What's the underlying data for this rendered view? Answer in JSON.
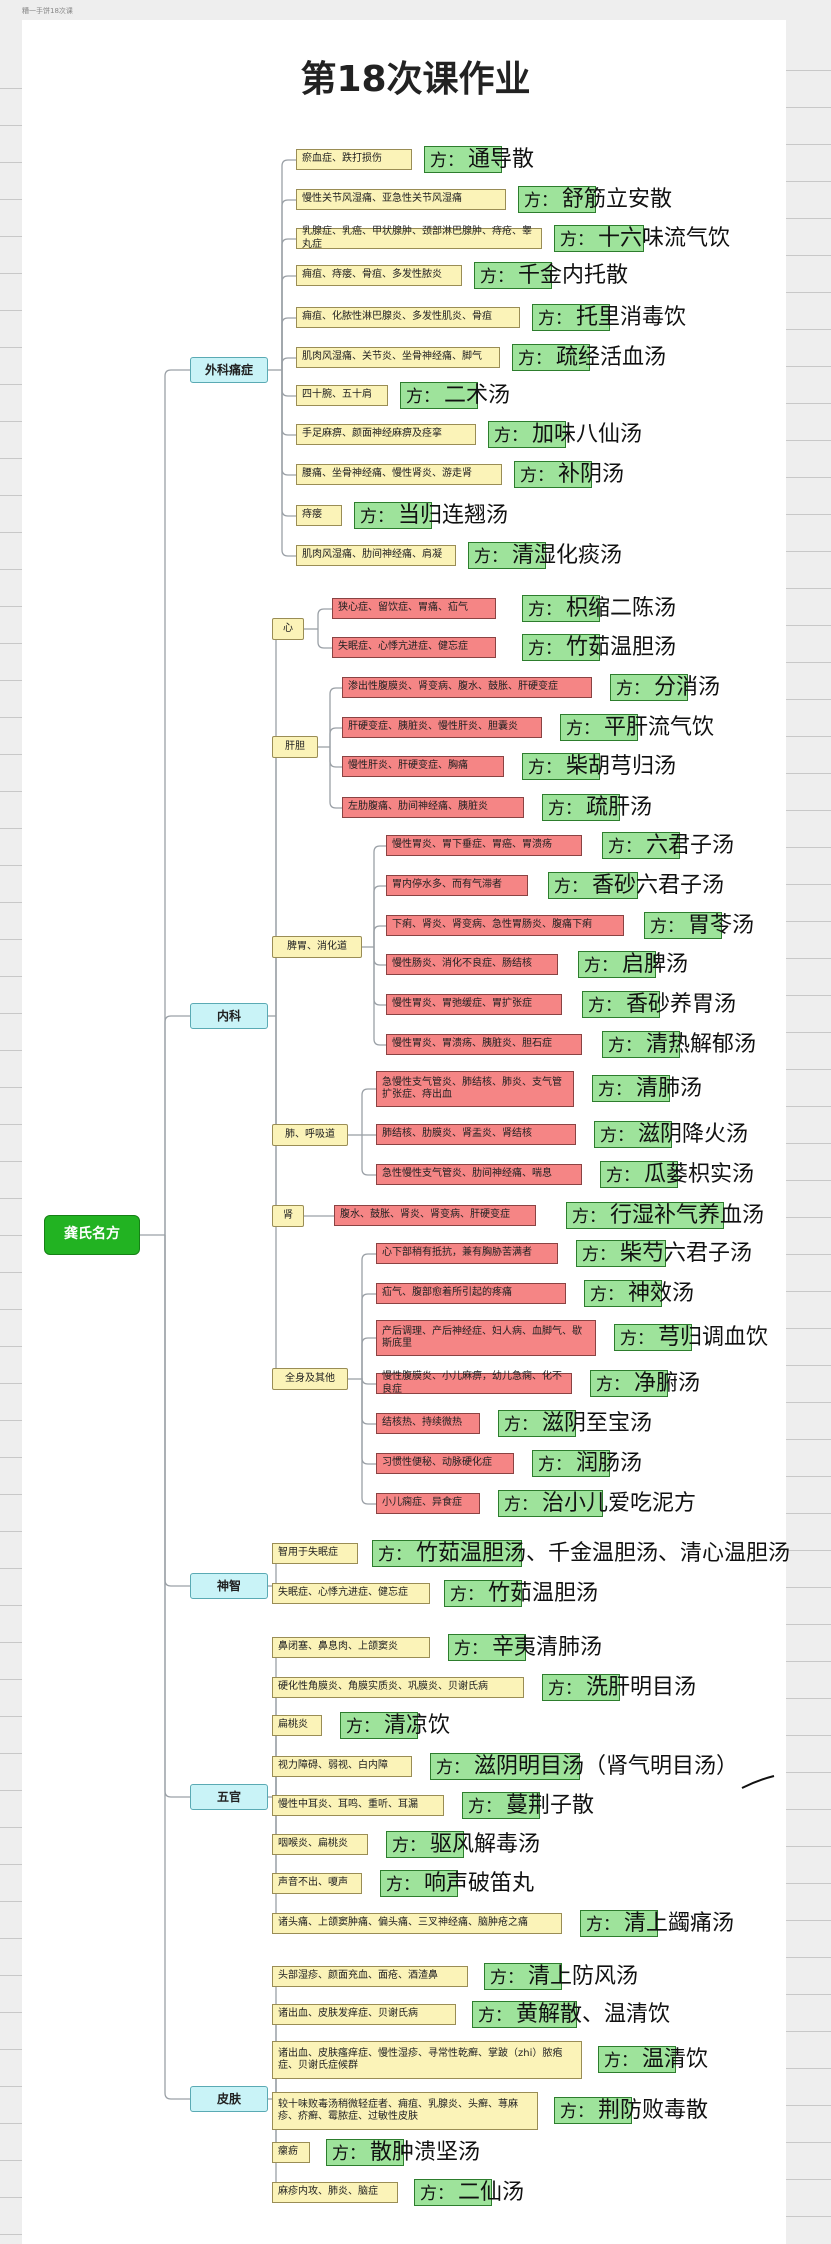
{
  "page_caption": "糟一手饼18次课",
  "title": "第18次课作业",
  "root": "龚氏名方",
  "prefix": "方：",
  "categories": {
    "waike": "外科痛症",
    "neike": "内科",
    "shenzhi": "神智",
    "wuguan": "五官",
    "pifu": "皮肤"
  },
  "subgroups": {
    "xin": "心",
    "gandan": "肝胆",
    "piwei": "脾胃、消化道",
    "fei": "肺、呼吸道",
    "shen": "肾",
    "quanshen": "全身及其他"
  },
  "waike_items": [
    {
      "label": "瘀血症、跌打损伤",
      "formula": "通导散"
    },
    {
      "label": "慢性关节风湿痛、亚急性关节风湿痛",
      "formula": "舒筋立安散"
    },
    {
      "label": "乳腺症、乳癌、甲状腺肿、颈部淋巴腺肿、痔疮、睾丸症",
      "formula": "十六味流气饮"
    },
    {
      "label": "痈疽、痔瘘、骨疽、多发性脓炎",
      "formula": "千金内托散"
    },
    {
      "label": "痈疽、化脓性淋巴腺炎、多发性肌炎、骨疽",
      "formula": "托里消毒饮"
    },
    {
      "label": "肌肉风湿痛、关节炎、坐骨神经痛、脚气",
      "formula": "疏经活血汤"
    },
    {
      "label": "四十腕、五十肩",
      "formula": "二术汤"
    },
    {
      "label": "手足麻痹、颜面神经麻痹及痉挛",
      "formula": "加味八仙汤"
    },
    {
      "label": "腰痛、坐骨神经痛、慢性肾炎、游走肾",
      "formula": "补阴汤"
    },
    {
      "label": "痔瘘",
      "formula": "当归连翘汤"
    },
    {
      "label": "肌肉风湿痛、肋间神经痛、肩凝",
      "formula": "清湿化痰汤"
    }
  ],
  "xin_items": [
    {
      "label": "狭心症、留饮症、胃痛、疝气",
      "formula": "枳缩二陈汤"
    },
    {
      "label": "失眠症、心悸亢进症、健忘症",
      "formula": "竹茹温胆汤"
    }
  ],
  "gandan_items": [
    {
      "label": "渗出性腹膜炎、肾变病、腹水、鼓胀、肝硬变症",
      "formula": "分消汤"
    },
    {
      "label": "肝硬变症、胰脏炎、慢性肝炎、胆囊炎",
      "formula": "平肝流气饮"
    },
    {
      "label": "慢性肝炎、肝硬变症、胸痛",
      "formula": "柴胡芎归汤"
    },
    {
      "label": "左肋腹痛、肋间神经痛、胰脏炎",
      "formula": "疏肝汤"
    }
  ],
  "piwei_items": [
    {
      "label": "慢性胃炎、胃下垂症、胃癌、胃溃疡",
      "formula": "六君子汤"
    },
    {
      "label": "胃内停水多、而有气滞者",
      "formula": "香砂六君子汤"
    },
    {
      "label": "下痢、肾炎、肾变病、急性胃肠炎、腹痛下痢",
      "formula": "胃苓汤"
    },
    {
      "label": "慢性肠炎、消化不良症、肠结核",
      "formula": "启脾汤"
    },
    {
      "label": "慢性胃炎、胃弛缓症、胃扩张症",
      "formula": "香砂养胃汤"
    },
    {
      "label": "慢性胃炎、胃溃疡、胰脏炎、胆石症",
      "formula": "清热解郁汤"
    }
  ],
  "fei_items": [
    {
      "label": "急慢性支气管炎、肺结核、肺炎、支气管扩张症、痔出血",
      "formula": "清肺汤"
    },
    {
      "label": "肺结核、肋膜炎、肾盂炎、肾结核",
      "formula": "滋阴降火汤"
    },
    {
      "label": "急性慢性支气管炎、肋间神经痛、喘息",
      "formula": "瓜蒌枳实汤"
    }
  ],
  "shen_items": [
    {
      "label": "腹水、鼓胀、肾炎、肾变病、肝硬变症",
      "formula": "行湿补气养血汤"
    }
  ],
  "quanshen_items": [
    {
      "label": "心下部稍有抵抗，兼有胸胁苦满者",
      "formula": "柴芍六君子汤"
    },
    {
      "label": "疝气、腹部愈着所引起的疼痛",
      "formula": "神效汤"
    },
    {
      "label": "产后调理、产后神经症、妇人病、血脚气、歇斯底里",
      "formula": "芎归调血饮"
    },
    {
      "label": "慢性腹膜炎、小儿麻痹，幼儿急痫、化不良症",
      "formula": "净腑汤"
    },
    {
      "label": "结核热、持续微热",
      "formula": "滋阴至宝汤"
    },
    {
      "label": "习惯性便秘、动脉硬化症",
      "formula": "润肠汤"
    },
    {
      "label": "小儿痫症、异食症",
      "formula": "治小儿爱吃泥方"
    }
  ],
  "shenzhi_items": [
    {
      "label": "智用于失眠症",
      "formula": "竹茹温胆汤、千金温胆汤、清心温胆汤"
    },
    {
      "label": "失眠症、心悸亢进症、健忘症",
      "formula": "竹茹温胆汤"
    }
  ],
  "wuguan_items": [
    {
      "label": "鼻闭塞、鼻息肉、上颌窦炎",
      "formula": "辛夷清肺汤"
    },
    {
      "label": "硬化性角膜炎、角膜实质炎、巩膜炎、贝谢氏病",
      "formula": "洗肝明目汤"
    },
    {
      "label": "扁桃炎",
      "formula": "清凉饮"
    },
    {
      "label": "视力障碍、弱视、白内障",
      "formula": "滋阴明目汤（肾气明目汤）"
    },
    {
      "label": "慢性中耳炎、耳鸣、重听、耳漏",
      "formula": "蔓荆子散"
    },
    {
      "label": "咽喉炎、扁桃炎",
      "formula": "驱风解毒汤"
    },
    {
      "label": "声音不出、嗄声",
      "formula": "响声破笛丸"
    },
    {
      "label": "诸头痛、上颌窦肿痛、偏头痛、三叉神经痛、脑肿疮之痛",
      "formula": "清上蠲痛汤"
    }
  ],
  "pifu_items": [
    {
      "label": "头部湿疹、颜面充血、面疮、酒渣鼻",
      "formula": "清上防风汤"
    },
    {
      "label": "诸出血、皮肤发痒症、贝谢氏病",
      "formula": "黄解散、温清饮"
    },
    {
      "label": "诸出血、皮肤瘙痒症、慢性湿疹、寻常性乾癣、掌跛（zhi）脓疱症、贝谢氏症候群",
      "formula": "温清饮"
    },
    {
      "label": "较十味败毒汤稍微轻症者、痈疽、乳腺炎、头癣、荨麻疹、疥癣、霉脓症、过敏性皮肤",
      "formula": "荆防败毒散"
    },
    {
      "label": "瘰疬",
      "formula": "散肿溃坚汤"
    },
    {
      "label": "麻疹内攻、肺炎、脑症",
      "formula": "二仙汤"
    }
  ],
  "colors": {
    "root": "#22b322",
    "category": "#c9f3f7",
    "yellow": "#fbf3b8",
    "red": "#f58585",
    "formula": "#9ee39b",
    "connector": "#9aa0a6"
  }
}
